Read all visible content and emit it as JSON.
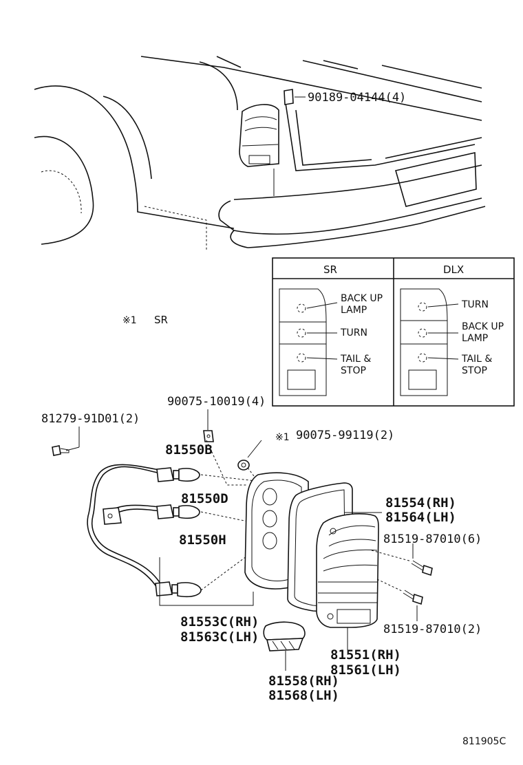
{
  "callouts": {
    "clip_top": "90189-04144(4)",
    "screw_socket": "90075-10019(4)",
    "socket_bolt_left": "81279-91D01(2)",
    "marked_nut": "90075-99119(2)",
    "marked_nut_ref": "※1",
    "bulb_b": "81550B",
    "bulb_d": "81550D",
    "bulb_h": "81550H",
    "gasket_rh": "81554(RH)",
    "gasket_lh": "81564(LH)",
    "screw_upper": "81519-87010(6)",
    "screw_lower": "81519-87010(2)",
    "socket_rh": "81553C(RH)",
    "socket_lh": "81563C(LH)",
    "lamp_rh": "81551(RH)",
    "lamp_lh": "81561(LH)",
    "reflector_rh": "81558(RH)",
    "reflector_lh": "81568(LH)"
  },
  "note": {
    "mark": "※1",
    "text": "SR"
  },
  "variant_table": {
    "columns": [
      {
        "header": "SR",
        "labels": [
          "BACK UP\nLAMP",
          "TURN",
          "TAIL &\nSTOP"
        ]
      },
      {
        "header": "DLX",
        "labels": [
          "TURN",
          "BACK UP\nLAMP",
          "TAIL &\nSTOP"
        ]
      }
    ]
  },
  "figure_code": "811905C"
}
